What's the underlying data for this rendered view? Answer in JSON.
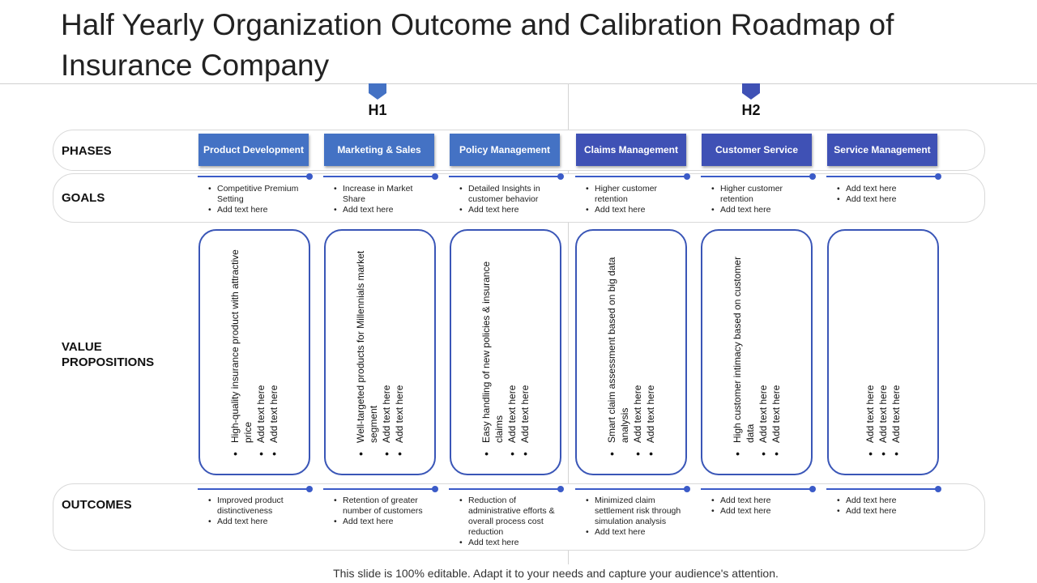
{
  "title": "Half Yearly Organization Outcome and Calibration Roadmap of Insurance Company",
  "halves": [
    "H1",
    "H2"
  ],
  "row_labels": {
    "phases": "PHASES",
    "goals": "GOALS",
    "value_propositions_line1": "VALUE",
    "value_propositions_line2": "PROPOSITIONS",
    "outcomes": "OUTCOMES"
  },
  "colors": {
    "phase_h1": "#4472c4",
    "phase_h2": "#3f51b5",
    "accent": "#3b5bc8",
    "vp_border": "#3a56b7"
  },
  "phases": [
    {
      "name": "Product Development",
      "goals": [
        "Competitive Premium Setting",
        "Add text here"
      ],
      "value_props": [
        "High-quality insurance product with attractive price",
        "Add text here",
        "Add text here"
      ],
      "outcomes": [
        "Improved product distinctiveness",
        "Add text here"
      ]
    },
    {
      "name": "Marketing & Sales",
      "goals": [
        "Increase in Market Share",
        "Add text here"
      ],
      "value_props": [
        "Well-targeted products for Millennials market segment",
        "Add text here",
        "Add text here"
      ],
      "outcomes": [
        "Retention of greater number of customers",
        "Add text here"
      ]
    },
    {
      "name": "Policy Management",
      "goals": [
        "Detailed Insights in customer behavior",
        "Add text here"
      ],
      "value_props": [
        "Easy handling of new policies & insurance claims",
        "Add text here",
        "Add text here"
      ],
      "outcomes": [
        "Reduction of administrative efforts & overall process cost reduction",
        "Add text here"
      ]
    },
    {
      "name": "Claims Management",
      "goals": [
        "Higher customer retention",
        "Add text here"
      ],
      "value_props": [
        "Smart claim assessment based on big data analysis",
        "Add text here",
        "Add text here"
      ],
      "outcomes": [
        "Minimized claim settlement risk through simulation analysis",
        "Add text here"
      ]
    },
    {
      "name": "Customer Service",
      "goals": [
        "Higher customer retention",
        "Add text here"
      ],
      "value_props": [
        "High customer intimacy based on customer data",
        "Add text here",
        "Add text here"
      ],
      "outcomes": [
        "Add text here",
        "Add text here"
      ]
    },
    {
      "name": "Service Management",
      "goals": [
        "Add text here",
        "Add text here"
      ],
      "value_props": [
        "Add text here",
        "Add text here",
        "Add text here"
      ],
      "outcomes": [
        "Add text here",
        "Add text here"
      ]
    }
  ],
  "footer": "This slide is 100% editable. Adapt it to your needs and capture your audience's attention."
}
